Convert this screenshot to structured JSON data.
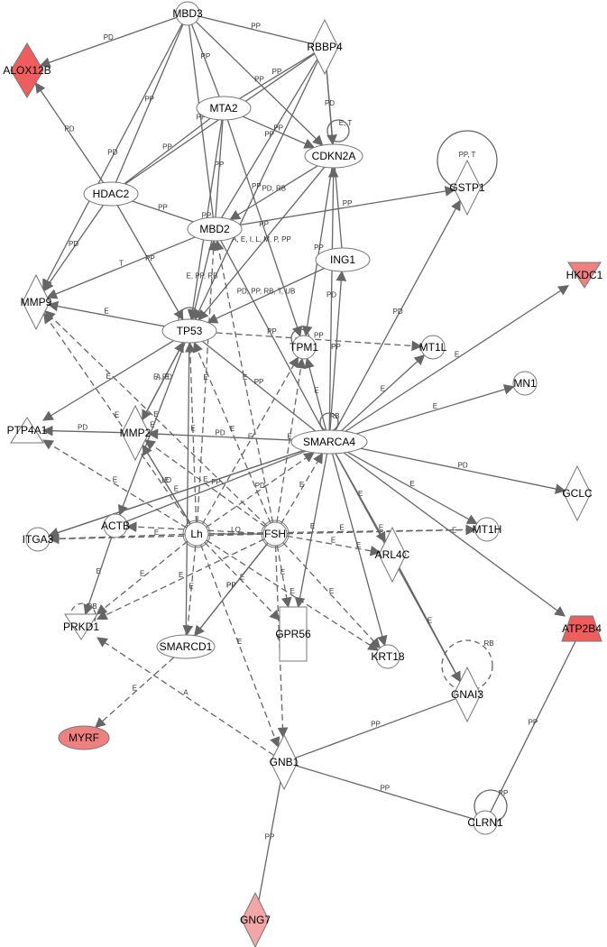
{
  "colors": {
    "default_fill": "#ffffff",
    "edge": "#666666",
    "highlight_strong": "#ef5d5d",
    "highlight_light": "#f4a6a6",
    "highlight_mid": "#f08080"
  },
  "nodes": [
    {
      "id": "MBD3",
      "label": "MBD3",
      "shape": "circle",
      "fill": "default_fill"
    },
    {
      "id": "RBBP4",
      "label": "RBBP4",
      "shape": "diamond",
      "fill": "default_fill"
    },
    {
      "id": "ALOX12B",
      "label": "ALOX12B",
      "shape": "diamond",
      "fill": "highlight_strong"
    },
    {
      "id": "MTA2",
      "label": "MTA2",
      "shape": "ellipse",
      "fill": "default_fill"
    },
    {
      "id": "CDKN2A",
      "label": "CDKN2A",
      "shape": "ellipse",
      "fill": "default_fill"
    },
    {
      "id": "GSTP1",
      "label": "GSTP1",
      "shape": "diamond",
      "fill": "default_fill"
    },
    {
      "id": "HDAC2",
      "label": "HDAC2",
      "shape": "ellipse",
      "fill": "default_fill"
    },
    {
      "id": "MBD2",
      "label": "MBD2",
      "shape": "ellipse",
      "fill": "default_fill"
    },
    {
      "id": "ING1",
      "label": "ING1",
      "shape": "ellipse",
      "fill": "default_fill"
    },
    {
      "id": "HKDC1",
      "label": "HKDC1",
      "shape": "triangle-down",
      "fill": "highlight_mid"
    },
    {
      "id": "MMP9",
      "label": "MMP9",
      "shape": "diamond",
      "fill": "default_fill"
    },
    {
      "id": "TP53",
      "label": "TP53",
      "shape": "ellipse",
      "fill": "default_fill"
    },
    {
      "id": "TPM1",
      "label": "TPM1",
      "shape": "circle",
      "fill": "default_fill"
    },
    {
      "id": "MT1L",
      "label": "MT1L",
      "shape": "circle",
      "fill": "default_fill"
    },
    {
      "id": "MN1",
      "label": "MN1",
      "shape": "circle",
      "fill": "default_fill"
    },
    {
      "id": "PTP4A1",
      "label": "PTP4A1",
      "shape": "triangle-up",
      "fill": "default_fill"
    },
    {
      "id": "MMP2",
      "label": "MMP2",
      "shape": "diamond",
      "fill": "default_fill"
    },
    {
      "id": "SMARCA4",
      "label": "SMARCA4",
      "shape": "ellipse",
      "fill": "default_fill"
    },
    {
      "id": "GCLC",
      "label": "GCLC",
      "shape": "diamond",
      "fill": "default_fill"
    },
    {
      "id": "ITGA3",
      "label": "ITGA3",
      "shape": "circle",
      "fill": "default_fill"
    },
    {
      "id": "ACTB",
      "label": "ACTB",
      "shape": "circle",
      "fill": "default_fill"
    },
    {
      "id": "Lh",
      "label": "Lh",
      "shape": "circle-double",
      "fill": "default_fill"
    },
    {
      "id": "FSH",
      "label": "FSH",
      "shape": "circle-double",
      "fill": "default_fill"
    },
    {
      "id": "MT1H",
      "label": "MT1H",
      "shape": "circle",
      "fill": "default_fill"
    },
    {
      "id": "ARL4C",
      "label": "ARL4C",
      "shape": "diamond",
      "fill": "default_fill"
    },
    {
      "id": "PRKD1",
      "label": "PRKD1",
      "shape": "triangle-down",
      "fill": "default_fill"
    },
    {
      "id": "SMARCD1",
      "label": "SMARCD1",
      "shape": "ellipse",
      "fill": "default_fill"
    },
    {
      "id": "GPR56",
      "label": "GPR56",
      "shape": "rect",
      "fill": "default_fill"
    },
    {
      "id": "KRT18",
      "label": "KRT18",
      "shape": "circle",
      "fill": "default_fill"
    },
    {
      "id": "ATP2B4",
      "label": "ATP2B4",
      "shape": "trapezoid",
      "fill": "highlight_strong"
    },
    {
      "id": "MYRF",
      "label": "MYRF",
      "shape": "ellipse",
      "fill": "highlight_mid"
    },
    {
      "id": "GNAI3",
      "label": "GNAI3",
      "shape": "diamond",
      "fill": "default_fill"
    },
    {
      "id": "GNB1",
      "label": "GNB1",
      "shape": "diamond",
      "fill": "default_fill"
    },
    {
      "id": "CLRN1",
      "label": "CLRN1",
      "shape": "circle",
      "fill": "default_fill"
    },
    {
      "id": "GNG7",
      "label": "GNG7",
      "shape": "diamond",
      "fill": "highlight_light"
    }
  ],
  "edges": [
    {
      "from": "MBD3",
      "to": "ALOX12B",
      "label": "PD",
      "style": "solid",
      "arrow": true
    },
    {
      "from": "MBD3",
      "to": "RBBP4",
      "label": "PP",
      "style": "solid",
      "arrow": false
    },
    {
      "from": "MBD3",
      "to": "MTA2",
      "label": "PP",
      "style": "solid",
      "arrow": false
    },
    {
      "from": "MBD3",
      "to": "HDAC2",
      "label": "PP",
      "style": "solid",
      "arrow": false
    },
    {
      "from": "MBD3",
      "to": "MBD2",
      "label": "PP",
      "style": "solid",
      "arrow": false
    },
    {
      "from": "MBD3",
      "to": "CDKN2A",
      "label": "PP",
      "style": "solid",
      "arrow": true
    },
    {
      "from": "MBD3",
      "to": "MMP9",
      "label": "PD",
      "style": "solid",
      "arrow": true
    },
    {
      "from": "RBBP4",
      "to": "MTA2",
      "label": "PP",
      "style": "solid",
      "arrow": false
    },
    {
      "from": "RBBP4",
      "to": "HDAC2",
      "label": "PP",
      "style": "solid",
      "arrow": false
    },
    {
      "from": "RBBP4",
      "to": "CDKN2A",
      "label": "PD",
      "style": "solid",
      "arrow": true
    },
    {
      "from": "RBBP4",
      "to": "MBD2",
      "label": "PP",
      "style": "solid",
      "arrow": false
    },
    {
      "from": "RBBP4",
      "to": "ING1",
      "label": "PP",
      "style": "solid",
      "arrow": false
    },
    {
      "from": "RBBP4",
      "to": "TP53",
      "label": "PP",
      "style": "solid",
      "arrow": true
    },
    {
      "from": "MTA2",
      "to": "HDAC2",
      "label": "PP",
      "style": "solid",
      "arrow": false
    },
    {
      "from": "MTA2",
      "to": "MBD2",
      "label": "PP",
      "style": "solid",
      "arrow": false
    },
    {
      "from": "MTA2",
      "to": "CDKN2A",
      "label": "PP",
      "style": "solid",
      "arrow": true
    },
    {
      "from": "MTA2",
      "to": "TP53",
      "label": "PP",
      "style": "solid",
      "arrow": true
    },
    {
      "from": "MTA2",
      "to": "TPM1",
      "label": "PP",
      "style": "solid",
      "arrow": true
    },
    {
      "from": "HDAC2",
      "to": "ALOX12B",
      "label": "PD",
      "style": "solid",
      "arrow": true
    },
    {
      "from": "HDAC2",
      "to": "MBD2",
      "label": "PP",
      "style": "solid",
      "arrow": false
    },
    {
      "from": "HDAC2",
      "to": "MMP9",
      "label": "PD",
      "style": "solid",
      "arrow": true
    },
    {
      "from": "HDAC2",
      "to": "TP53",
      "label": "PP",
      "style": "solid",
      "arrow": true
    },
    {
      "from": "MBD2",
      "to": "GSTP1",
      "label": "PP",
      "style": "solid",
      "arrow": true
    },
    {
      "from": "MBD2",
      "to": "MMP9",
      "label": "T",
      "style": "solid",
      "arrow": true
    },
    {
      "from": "MBD2",
      "to": "TP53",
      "label": "E, PP, RB",
      "style": "solid",
      "arrow": true
    },
    {
      "from": "MBD2",
      "to": "SMARCA4",
      "label": "PP",
      "style": "solid",
      "arrow": false
    },
    {
      "from": "CDKN2A",
      "to": "MBD2",
      "label": "PD, RB",
      "style": "solid",
      "arrow": true
    },
    {
      "from": "CDKN2A",
      "to": "TP53",
      "label": "A, E, I, L, M, P, PP",
      "style": "solid",
      "arrow": true
    },
    {
      "from": "CDKN2A",
      "to": "TPM1",
      "label": "PP",
      "style": "solid",
      "arrow": true
    },
    {
      "from": "ING1",
      "to": "TP53",
      "label": "PD, PP, RB, T, UB",
      "style": "solid",
      "arrow": true
    },
    {
      "from": "TP53",
      "to": "MMP9",
      "label": "E",
      "style": "solid",
      "arrow": true
    },
    {
      "from": "TP53",
      "to": "MT1L",
      "label": "PP",
      "style": "dashed",
      "arrow": true
    },
    {
      "from": "TP53",
      "to": "PTP4A1",
      "label": "E",
      "style": "solid",
      "arrow": true
    },
    {
      "from": "TP53",
      "to": "MMP2",
      "label": "E, PD",
      "style": "solid",
      "arrow": true
    },
    {
      "from": "TP53",
      "to": "ACTB",
      "label": "E",
      "style": "solid",
      "arrow": true
    },
    {
      "from": "TP53",
      "to": "SMARCA4",
      "label": "PP",
      "style": "solid",
      "arrow": false
    },
    {
      "from": "SMARCA4",
      "to": "GSTP1",
      "label": "PD",
      "style": "solid",
      "arrow": true
    },
    {
      "from": "SMARCA4",
      "to": "CDKN2A",
      "label": "PD",
      "style": "solid",
      "arrow": true
    },
    {
      "from": "SMARCA4",
      "to": "ING1",
      "label": "PP",
      "style": "solid",
      "arrow": true
    },
    {
      "from": "SMARCA4",
      "to": "HKDC1",
      "label": "E",
      "style": "solid",
      "arrow": true
    },
    {
      "from": "SMARCA4",
      "to": "MT1L",
      "label": "E",
      "style": "solid",
      "arrow": true
    },
    {
      "from": "SMARCA4",
      "to": "MN1",
      "label": "E",
      "style": "solid",
      "arrow": true
    },
    {
      "from": "SMARCA4",
      "to": "GCLC",
      "label": "PD",
      "style": "solid",
      "arrow": true
    },
    {
      "from": "SMARCA4",
      "to": "MT1H",
      "label": "E",
      "style": "solid",
      "arrow": true
    },
    {
      "from": "SMARCA4",
      "to": "ATP2B4",
      "label": "E",
      "style": "solid",
      "arrow": true
    },
    {
      "from": "SMARCA4",
      "to": "ARL4C",
      "label": "E",
      "style": "solid",
      "arrow": true
    },
    {
      "from": "SMARCA4",
      "to": "KRT18",
      "label": "E",
      "style": "solid",
      "arrow": true
    },
    {
      "from": "SMARCA4",
      "to": "GPR56",
      "label": "E",
      "style": "solid",
      "arrow": true
    },
    {
      "from": "SMARCA4",
      "to": "ITGA3",
      "label": "E",
      "style": "solid",
      "arrow": true
    },
    {
      "from": "SMARCA4",
      "to": "MMP2",
      "label": "PD",
      "style": "solid",
      "arrow": true
    },
    {
      "from": "SMARCA4",
      "to": "TPM1",
      "label": "E",
      "style": "solid",
      "arrow": true
    },
    {
      "from": "SMARCA4",
      "to": "GNAI3",
      "label": "E",
      "style": "solid",
      "arrow": true
    },
    {
      "from": "MMP2",
      "to": "PTP4A1",
      "label": "PD",
      "style": "solid",
      "arrow": true
    },
    {
      "from": "MMP2",
      "to": "TP53",
      "label": "A, E",
      "style": "solid",
      "arrow": true
    },
    {
      "from": "ACTB",
      "to": "PRKD1",
      "label": "E",
      "style": "solid",
      "arrow": true
    },
    {
      "from": "Lh",
      "to": "MMP9",
      "label": "E",
      "style": "dashed",
      "arrow": true
    },
    {
      "from": "Lh",
      "to": "MMP2",
      "label": "E",
      "style": "dashed",
      "arrow": true
    },
    {
      "from": "Lh",
      "to": "TP53",
      "label": "E",
      "style": "dashed",
      "arrow": true
    },
    {
      "from": "Lh",
      "to": "PTP4A1",
      "label": "E",
      "style": "dashed",
      "arrow": true
    },
    {
      "from": "Lh",
      "to": "ITGA3",
      "label": "E",
      "style": "dashed",
      "arrow": true
    },
    {
      "from": "Lh",
      "to": "PRKD1",
      "label": "E",
      "style": "dashed",
      "arrow": true
    },
    {
      "from": "Lh",
      "to": "SMARCD1",
      "label": "E",
      "style": "dashed",
      "arrow": true
    },
    {
      "from": "Lh",
      "to": "GPR56",
      "label": "E",
      "style": "dashed",
      "arrow": true
    },
    {
      "from": "Lh",
      "to": "KRT18",
      "label": "E",
      "style": "dashed",
      "arrow": true
    },
    {
      "from": "Lh",
      "to": "GNB1",
      "label": "E",
      "style": "dashed",
      "arrow": true
    },
    {
      "from": "Lh",
      "to": "SMARCA4",
      "label": "PD",
      "style": "dashed",
      "arrow": true
    },
    {
      "from": "Lh",
      "to": "TPM1",
      "label": "E",
      "style": "dashed",
      "arrow": true
    },
    {
      "from": "Lh",
      "to": "MBD2",
      "label": "E",
      "style": "dashed",
      "arrow": true
    },
    {
      "from": "Lh",
      "to": "MT1H",
      "label": "E",
      "style": "dashed",
      "arrow": true
    },
    {
      "from": "FSH",
      "to": "MMP9",
      "label": "E",
      "style": "dashed",
      "arrow": true
    },
    {
      "from": "FSH",
      "to": "MMP2",
      "label": "E",
      "style": "dashed",
      "arrow": true
    },
    {
      "from": "FSH",
      "to": "TP53",
      "label": "E",
      "style": "dashed",
      "arrow": true
    },
    {
      "from": "FSH",
      "to": "ITGA3",
      "label": "E",
      "style": "dashed",
      "arrow": true
    },
    {
      "from": "FSH",
      "to": "ACTB",
      "label": "E",
      "style": "dashed",
      "arrow": true
    },
    {
      "from": "FSH",
      "to": "SMARCD1",
      "label": "PP",
      "style": "solid",
      "arrow": true
    },
    {
      "from": "FSH",
      "to": "GPR56",
      "label": "E",
      "style": "dashed",
      "arrow": true
    },
    {
      "from": "FSH",
      "to": "KRT18",
      "label": "E",
      "style": "dashed",
      "arrow": true
    },
    {
      "from": "FSH",
      "to": "ARL4C",
      "label": "E",
      "style": "dashed",
      "arrow": true
    },
    {
      "from": "FSH",
      "to": "MT1H",
      "label": "E",
      "style": "dashed",
      "arrow": true
    },
    {
      "from": "FSH",
      "to": "GNB1",
      "label": "E",
      "style": "dashed",
      "arrow": true
    },
    {
      "from": "FSH",
      "to": "TPM1",
      "label": "E",
      "style": "dashed",
      "arrow": true
    },
    {
      "from": "FSH",
      "to": "SMARCA4",
      "label": "E",
      "style": "dashed",
      "arrow": true
    },
    {
      "from": "FSH",
      "to": "MBD2",
      "label": "E",
      "style": "dashed",
      "arrow": true
    },
    {
      "from": "FSH",
      "to": "PRKD1",
      "label": "E",
      "style": "dashed",
      "arrow": true
    },
    {
      "from": "FSH",
      "to": "Lh",
      "label": "LO",
      "style": "solid",
      "arrow": false
    },
    {
      "from": "SMARCD1",
      "to": "MYRF",
      "label": "E",
      "style": "dashed",
      "arrow": true
    },
    {
      "from": "SMARCD1",
      "to": "FSH",
      "label": "PP",
      "style": "solid",
      "arrow": false
    },
    {
      "from": "SMARCD1",
      "to": "TP53",
      "label": "",
      "style": "solid",
      "arrow": false
    },
    {
      "from": "GNB1",
      "to": "PRKD1",
      "label": "A",
      "style": "dashed",
      "arrow": true
    },
    {
      "from": "GNB1",
      "to": "GNAI3",
      "label": "PP",
      "style": "solid",
      "arrow": false
    },
    {
      "from": "GNB1",
      "to": "CLRN1",
      "label": "PP",
      "style": "solid",
      "arrow": false
    },
    {
      "from": "GNB1",
      "to": "GNG7",
      "label": "PP",
      "style": "solid",
      "arrow": false
    },
    {
      "from": "CLRN1",
      "to": "ATP2B4",
      "label": "PP",
      "style": "solid",
      "arrow": false
    },
    {
      "from": "ARL4C",
      "to": "GNAI3",
      "label": "E",
      "style": "solid",
      "arrow": true
    },
    {
      "from": "ACTB",
      "to": "SMARCA4",
      "label": "PP",
      "style": "solid",
      "arrow": false
    },
    {
      "from": "ITGA3",
      "to": "SMARCA4",
      "label": "",
      "style": "solid",
      "arrow": false
    },
    {
      "from": "MMP2",
      "to": "Lh",
      "label": "LO",
      "style": "solid",
      "arrow": false
    }
  ],
  "self_loops": [
    {
      "node": "GSTP1",
      "label": "PP, T",
      "style": "solid"
    },
    {
      "node": "CDKN2A",
      "label": "E, T",
      "style": "solid"
    },
    {
      "node": "GNAI3",
      "label": "RB",
      "style": "dashed"
    },
    {
      "node": "PRKD1",
      "label": "RB",
      "style": "dashed"
    },
    {
      "node": "CLRN1",
      "label": "PP",
      "style": "solid"
    },
    {
      "node": "TPM1",
      "label": "",
      "style": "solid"
    },
    {
      "node": "TP53",
      "label": "",
      "style": "solid"
    },
    {
      "node": "SMARCA4",
      "label": "RB",
      "style": "solid"
    }
  ]
}
